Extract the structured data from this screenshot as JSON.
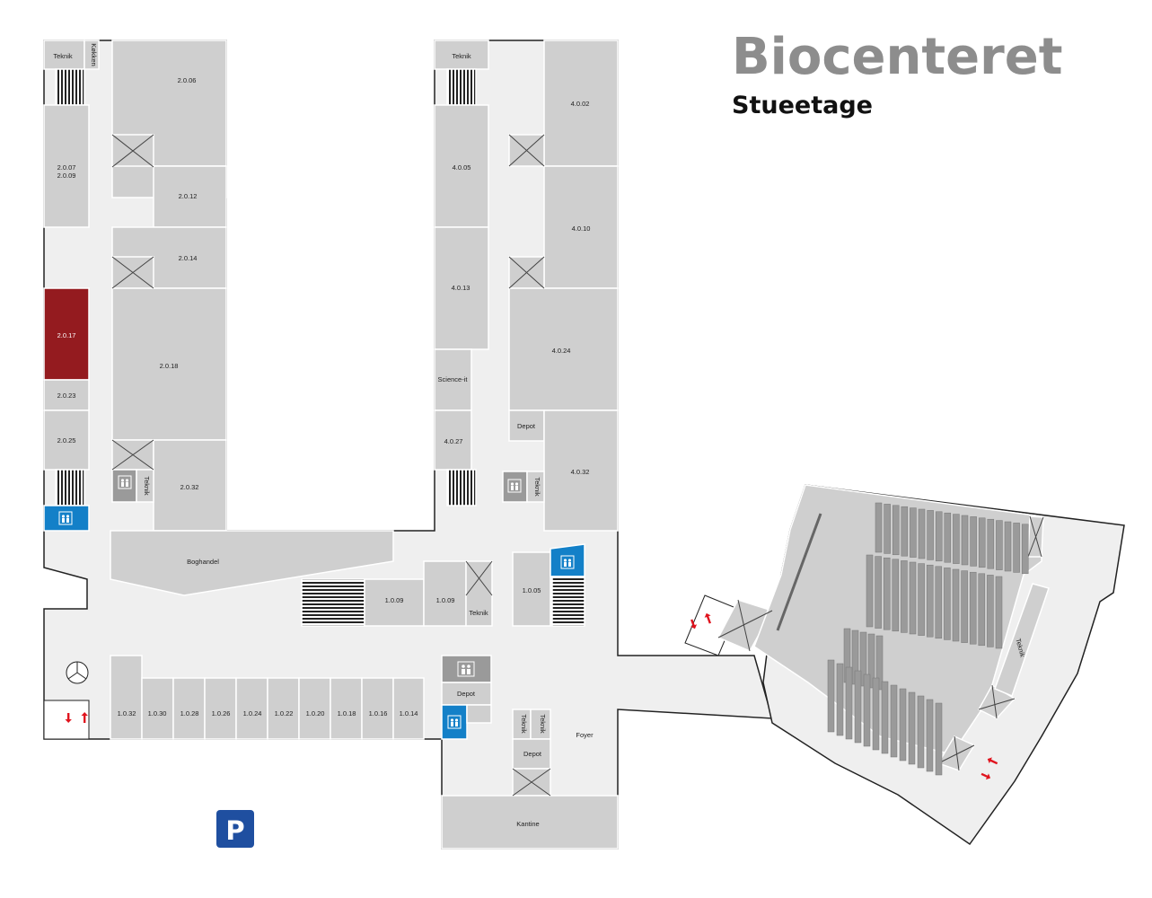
{
  "header": {
    "title": "Biocenteret",
    "subtitle": "Stueetage"
  },
  "colors": {
    "room": "#cfcfcf",
    "corridor": "#efefef",
    "highlight": "#941b1f",
    "elevator": "#1380c8",
    "parking": "#1f4fa0",
    "arrow": "#e0141e",
    "wall": "#222222"
  },
  "rooms": {
    "r206": "2.0.06",
    "r20709a": "2.0.07",
    "r20709b": "2.0.09",
    "r212": "2.0.12",
    "r214": "2.0.14",
    "r217": "2.0.17",
    "r218": "2.0.18",
    "r223": "2.0.23",
    "r225": "2.0.25",
    "r232": "2.0.32",
    "r402": "4.0.02",
    "r405": "4.0.05",
    "r410": "4.0.10",
    "r413": "4.0.13",
    "r424": "4.0.24",
    "r427": "4.0.27",
    "r432": "4.0.32",
    "science": "Science-it",
    "teknik": "Teknik",
    "kokken": "Køkken",
    "depot": "Depot",
    "boghandel": "Boghandel",
    "r109": "1.0.09",
    "r105": "1.0.05",
    "r132": "1.0.32",
    "r130": "1.0.30",
    "r128": "1.0.28",
    "r126": "1.0.26",
    "r124": "1.0.24",
    "r122": "1.0.22",
    "r120": "1.0.20",
    "r118": "1.0.18",
    "r116": "1.0.16",
    "r114": "1.0.14",
    "foyer": "Foyer",
    "kantine": "Kantine"
  },
  "icons": {
    "elevator": "elevator-icon",
    "stairs": "stairs-icon",
    "shaft": "shaft-cross-icon",
    "parking": "P",
    "arrows": "up-down-arrows-icon",
    "revolving_door": "revolving-door-icon"
  },
  "highlighted_room": "2.0.17"
}
